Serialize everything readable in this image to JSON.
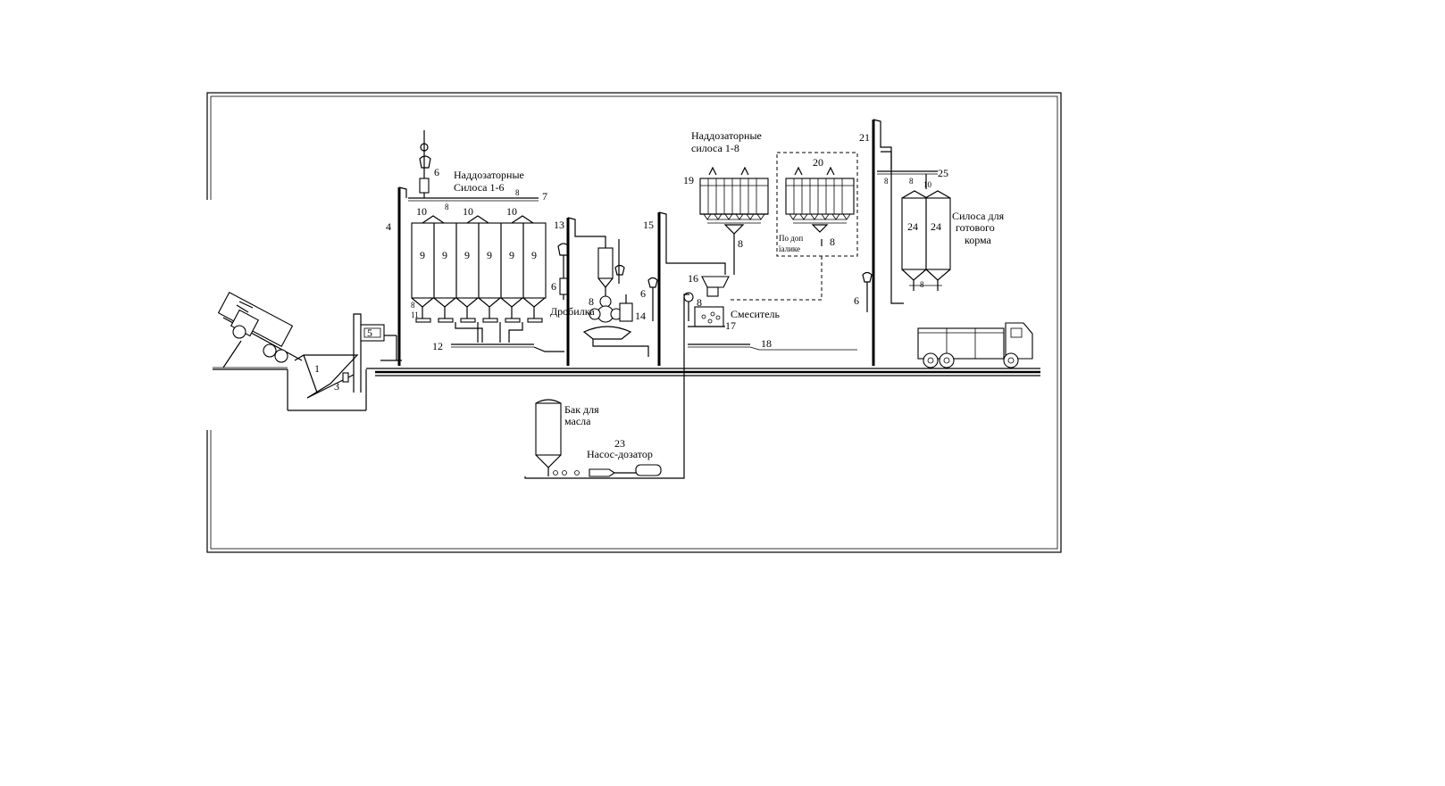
{
  "labels": {
    "silos_1_6_l1": "Наддозаторные",
    "silos_1_6_l2": "Силоса 1-6",
    "silos_1_8_l1": "Наддозаторные",
    "silos_1_8_l2": "силоса 1-8",
    "ready_silos_l1": "Силоса для",
    "ready_silos_l2": "готового",
    "ready_silos_l3": "корма",
    "crusher": "Дробилка",
    "mixer": "Смеситель",
    "oil_tank_l1": "Бак для",
    "oil_tank_l2": "масла",
    "pump": "Насос-дозатор",
    "extra_l1": "По доп",
    "extra_l2": "їалике"
  },
  "numbers": {
    "n1": "1",
    "n3": "3",
    "n4": "4",
    "n5": "5",
    "n6a": "6",
    "n6b": "6",
    "n6c": "6",
    "n6d": "6",
    "n7": "7",
    "n8": "8",
    "n9": "9",
    "n10": "10",
    "n11": "11",
    "n12": "12",
    "n13": "13",
    "n14": "14",
    "n15": "15",
    "n16": "16",
    "n17": "17",
    "n18": "18",
    "n19": "19",
    "n20": "20",
    "n21": "21",
    "n23": "23",
    "n24": "24",
    "n25": "25"
  }
}
